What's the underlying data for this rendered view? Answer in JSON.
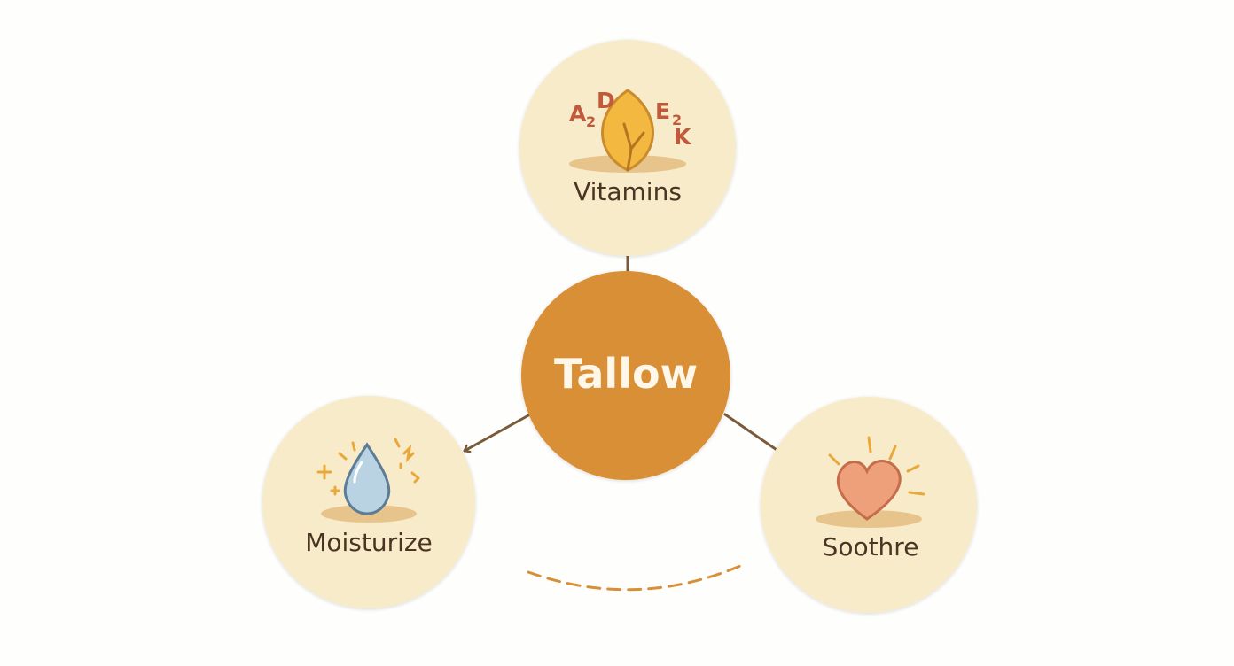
{
  "diagram": {
    "center": {
      "label": "Tallow"
    },
    "nodes": [
      {
        "key": "vitamins",
        "label": "Vitamins",
        "icon": "leaf-icon",
        "icon_letters": [
          "A",
          "2",
          "D",
          "E",
          "2",
          "K"
        ]
      },
      {
        "key": "moisturize",
        "label": "Moisturize",
        "icon": "water-drop-icon"
      },
      {
        "key": "soothe",
        "label": "Soothre",
        "icon": "heart-icon"
      }
    ]
  },
  "colors": {
    "center_fill": "#d98f36",
    "node_fill": "#f8ebc9",
    "arrow": "#7a5a3a",
    "label_text": "#4a3423",
    "center_text": "#fff7ea",
    "accent_gold": "#e8a93a",
    "dash": "#d98f36"
  }
}
